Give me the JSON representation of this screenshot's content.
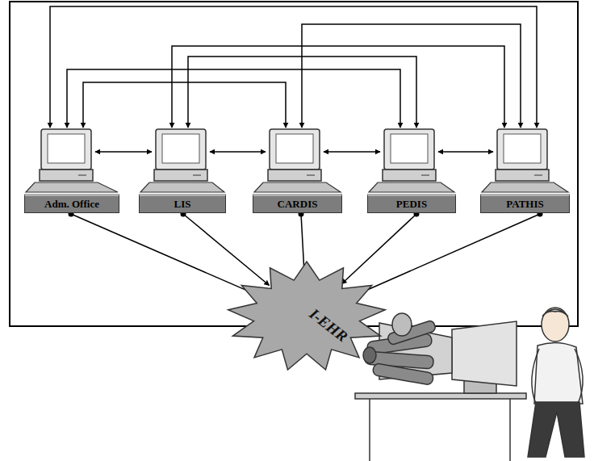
{
  "diagram": {
    "nodes": [
      {
        "text": [
          "Adm. Office"
        ]
      },
      {
        "text": [
          "LIS"
        ]
      },
      {
        "text": [
          "CARDIS"
        ]
      },
      {
        "text": [
          "PEDIS"
        ]
      },
      {
        "text": [
          "PATHIS"
        ]
      },
      {
        "text": [
          "I-EHR"
        ]
      }
    ],
    "edges": [
      {
        "from": 0,
        "to": 1,
        "arrow": "both"
      },
      {
        "from": 1,
        "to": 2,
        "arrow": "both"
      },
      {
        "from": 2,
        "to": 3,
        "arrow": "both"
      },
      {
        "from": 3,
        "to": 4,
        "arrow": "both"
      },
      {
        "from": 0,
        "to": 4,
        "arrow": "both"
      },
      {
        "from": 2,
        "to": 4,
        "arrow": "both"
      },
      {
        "from": 1,
        "to": 4,
        "arrow": "both"
      },
      {
        "from": 1,
        "to": 3,
        "arrow": "both"
      },
      {
        "from": 0,
        "to": 3,
        "arrow": "both"
      },
      {
        "from": 0,
        "to": 2,
        "arrow": "both"
      },
      {
        "from": 0,
        "to": 5,
        "arrow": "to"
      },
      {
        "from": 1,
        "to": 5,
        "arrow": "to"
      },
      {
        "from": 2,
        "to": 5,
        "arrow": "to"
      },
      {
        "from": 3,
        "to": 5,
        "arrow": "to"
      },
      {
        "from": 4,
        "to": 5,
        "arrow": "to"
      }
    ]
  }
}
